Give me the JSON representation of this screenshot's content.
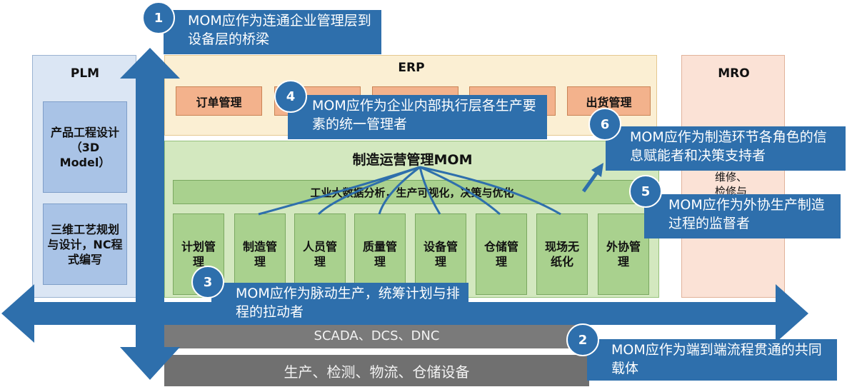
{
  "plm": {
    "title": "PLM",
    "box1": "产品工程设计（3D Model）",
    "box2": "三维工艺规划与设计，NC程式编写"
  },
  "erp": {
    "title": "ERP",
    "modules": [
      "订单管理",
      "",
      "",
      "",
      "出货管理"
    ]
  },
  "mro": {
    "title": "MRO",
    "partial": "维修、检修与"
  },
  "mom": {
    "title": "制造运营管理MOM",
    "band": "工业大数据分析，生产可视化，决策与优化",
    "modules": [
      "计划管理",
      "制造管理",
      "人员管理",
      "质量管理",
      "设备管理",
      "仓储管理",
      "现场无纸化",
      "外协管理"
    ]
  },
  "layers": {
    "scada": "SCADA、DCS、DNC",
    "equipment": "生产、检测、物流、仓储设备"
  },
  "callouts": [
    {
      "num": "1",
      "text": "MOM应作为连通企业管理层到设备层的桥梁"
    },
    {
      "num": "2",
      "text": "MOM应作为端到端流程贯通的共同载体"
    },
    {
      "num": "3",
      "text": "MOM应作为脉动生产，统筹计划与排程的拉动者"
    },
    {
      "num": "4",
      "text": "MOM应作为企业内部执行层各生产要素的统一管理者"
    },
    {
      "num": "5",
      "text": "MOM应作为外协生产制造过程的监督者"
    },
    {
      "num": "6",
      "text": "MOM应作为制造环节各角色的信息赋能者和决策支持者"
    }
  ],
  "colors": {
    "callout": "#2e6fac",
    "mom": "#d3e8bf",
    "erp": "#fbefd3",
    "plm": "#dbe6f4",
    "mro": "#fbe2d6"
  }
}
